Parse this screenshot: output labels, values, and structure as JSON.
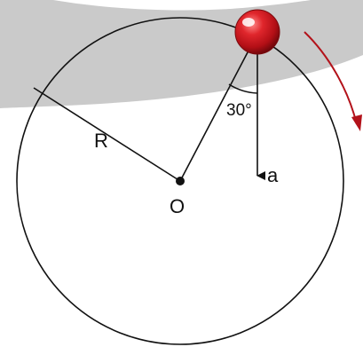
{
  "diagram": {
    "labels": {
      "radius": "R",
      "center": "O",
      "angle": "30°",
      "acceleration": "a"
    },
    "colors": {
      "band": "#c7c7c7",
      "ball": "#c8141b",
      "ball_highlight": "#ffffff",
      "rotation_arrow": "#b3121a",
      "line": "#111111"
    },
    "icons": {
      "rotation": "clockwise-arrow-icon",
      "ball": "ball-icon"
    }
  }
}
